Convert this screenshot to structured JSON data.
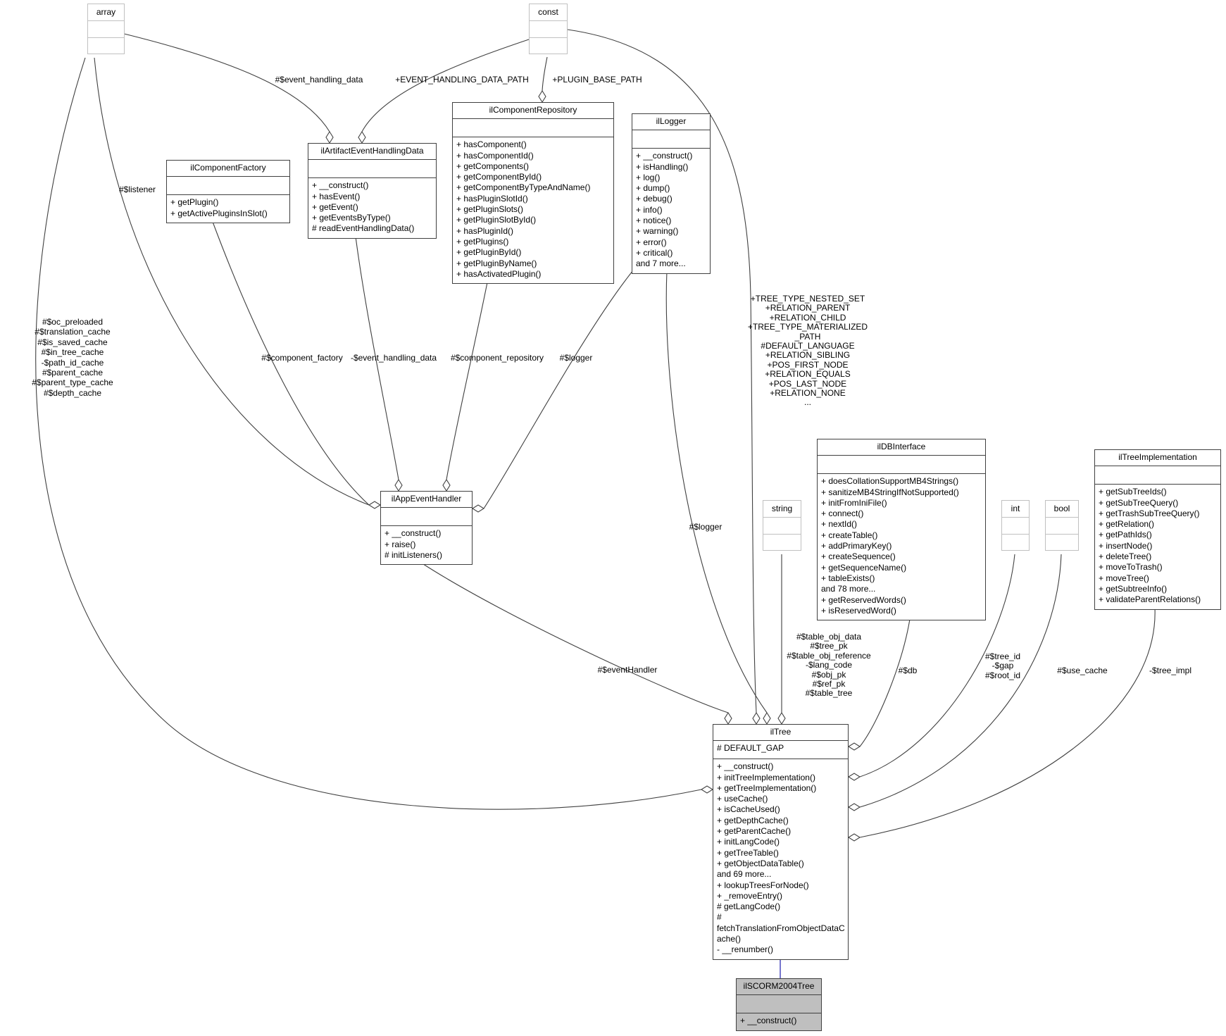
{
  "colors": {
    "edge": "#404040",
    "inheritance": "#2d2db4",
    "class_border": "#404040",
    "type_border": "#c0c0c0",
    "highlight_fill": "#bfbfbf",
    "background": "#ffffff"
  },
  "classes": {
    "array": {
      "title": "array",
      "attrs": [],
      "methods": []
    },
    "const": {
      "title": "const",
      "attrs": [],
      "methods": []
    },
    "string": {
      "title": "string",
      "attrs": [],
      "methods": []
    },
    "int": {
      "title": "int",
      "attrs": [],
      "methods": []
    },
    "bool": {
      "title": "bool",
      "attrs": [],
      "methods": []
    },
    "ilComponentFactory": {
      "title": "ilComponentFactory",
      "attrs": [],
      "methods": [
        "+ getPlugin()",
        "+ getActivePluginsInSlot()"
      ]
    },
    "ilArtifactEventHandlingData": {
      "title": "ilArtifactEventHandlingData",
      "attrs": [],
      "methods": [
        "+ __construct()",
        "+ hasEvent()",
        "+ getEvent()",
        "+ getEventsByType()",
        "# readEventHandlingData()"
      ]
    },
    "ilComponentRepository": {
      "title": "ilComponentRepository",
      "attrs": [],
      "methods": [
        "+ hasComponent()",
        "+ hasComponentId()",
        "+ getComponents()",
        "+ getComponentById()",
        "+ getComponentByTypeAndName()",
        "+ hasPluginSlotId()",
        "+ getPluginSlots()",
        "+ getPluginSlotById()",
        "+ hasPluginId()",
        "+ getPlugins()",
        "+ getPluginById()",
        "+ getPluginByName()",
        "+ hasActivatedPlugin()"
      ]
    },
    "ilLogger": {
      "title": "ilLogger",
      "attrs": [],
      "methods": [
        "+ __construct()",
        "+ isHandling()",
        "+ log()",
        "+ dump()",
        "+ debug()",
        "+ info()",
        "+ notice()",
        "+ warning()",
        "+ error()",
        "+ critical()",
        "and 7 more..."
      ]
    },
    "ilDBInterface": {
      "title": "ilDBInterface",
      "attrs": [],
      "methods": [
        "+ doesCollationSupportMB4Strings()",
        "+ sanitizeMB4StringIfNotSupported()",
        "+ initFromIniFile()",
        "+ connect()",
        "+ nextId()",
        "+ createTable()",
        "+ addPrimaryKey()",
        "+ createSequence()",
        "+ getSequenceName()",
        "+ tableExists()",
        "and 78 more...",
        "+ getReservedWords()",
        "+ isReservedWord()"
      ]
    },
    "ilTreeImplementation": {
      "title": "ilTreeImplementation",
      "attrs": [],
      "methods": [
        "+ getSubTreeIds()",
        "+ getSubTreeQuery()",
        "+ getTrashSubTreeQuery()",
        "+ getRelation()",
        "+ getPathIds()",
        "+ insertNode()",
        "+ deleteTree()",
        "+ moveToTrash()",
        "+ moveTree()",
        "+ getSubtreeInfo()",
        "+ validateParentRelations()"
      ]
    },
    "ilAppEventHandler": {
      "title": "ilAppEventHandler",
      "attrs": [],
      "methods": [
        "+ __construct()",
        "+ raise()",
        "# initListeners()"
      ]
    },
    "ilTree": {
      "title": "ilTree",
      "attrs": [
        "# DEFAULT_GAP"
      ],
      "methods": [
        "+ __construct()",
        "+ initTreeImplementation()",
        "+ getTreeImplementation()",
        "+ useCache()",
        "+ isCacheUsed()",
        "+ getDepthCache()",
        "+ getParentCache()",
        "+ initLangCode()",
        "+ getTreeTable()",
        "+ getObjectDataTable()",
        "and 69 more...",
        "+ lookupTreesForNode()",
        "+ _removeEntry()",
        "# getLangCode()",
        "# fetchTranslationFromObjectDataCache()",
        "- __renumber()"
      ]
    },
    "ilSCORM2004Tree": {
      "title": "ilSCORM2004Tree",
      "attrs": [],
      "methods": [
        "+ __construct()"
      ]
    }
  },
  "labels": {
    "event_handling_data": "#$event_handling_data",
    "event_handling_data_path": "+EVENT_HANDLING_DATA_PATH",
    "plugin_base_path": "+PLUGIN_BASE_PATH",
    "listener": "#$listener",
    "caches": [
      "#$oc_preloaded",
      "#$translation_cache",
      "#$is_saved_cache",
      "#$in_tree_cache",
      "-$path_id_cache",
      "#$parent_cache",
      "#$parent_type_cache",
      "#$depth_cache"
    ],
    "component_factory": "#$component_factory",
    "event_handling_data_member": "-$event_handling_data",
    "component_repository": "#$component_repository",
    "logger_app": "#$logger",
    "logger_tree": "#$logger",
    "tree_constants": [
      "+TREE_TYPE_NESTED_SET",
      "+RELATION_PARENT",
      "+RELATION_CHILD",
      "+TREE_TYPE_MATERIALIZED",
      "_PATH",
      "#DEFAULT_LANGUAGE",
      "+RELATION_SIBLING",
      "+POS_FIRST_NODE",
      "+RELATION_EQUALS",
      "+POS_LAST_NODE",
      "+RELATION_NONE",
      "..."
    ],
    "event_handler": "#$eventHandler",
    "string_members": [
      "#$table_obj_data",
      "#$tree_pk",
      "#$table_obj_reference",
      "-$lang_code",
      "#$obj_pk",
      "#$ref_pk",
      "#$table_tree"
    ],
    "db": "#$db",
    "int_members": [
      "#$tree_id",
      "-$gap",
      "#$root_id"
    ],
    "use_cache": "#$use_cache",
    "tree_impl": "-$tree_impl"
  }
}
